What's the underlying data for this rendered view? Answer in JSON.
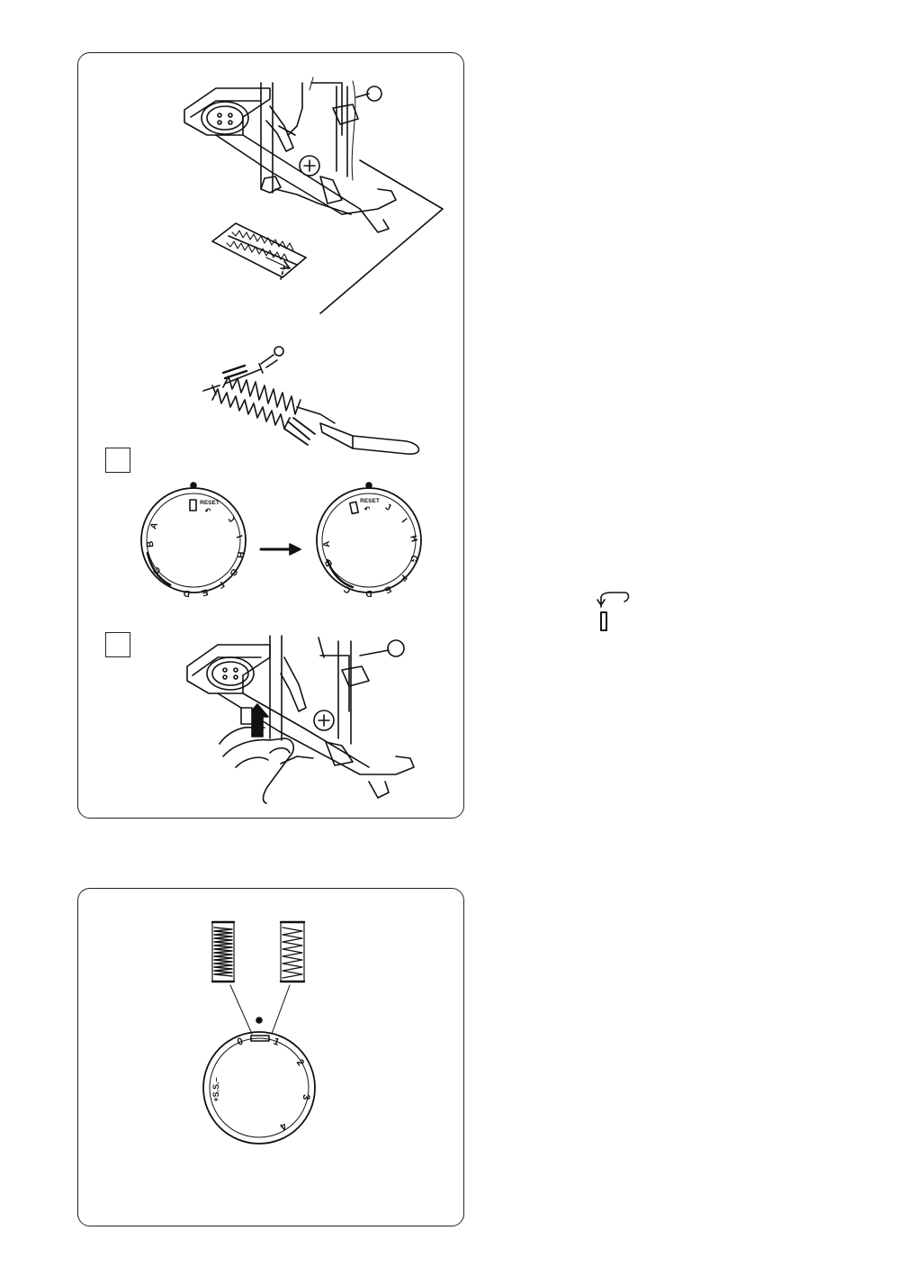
{
  "dial_a": {
    "letters": [
      "J",
      "I",
      "H",
      "G",
      "F",
      "E",
      "D",
      "C",
      "B",
      "A"
    ],
    "reset_label": "RESET"
  },
  "dial_b": {
    "letters": [
      "J",
      "I",
      "H",
      "G",
      "F",
      "E",
      "D",
      "C",
      "B",
      "A"
    ],
    "reset_label": "RESET"
  },
  "stitch_dial": {
    "labels": [
      "0",
      "1",
      "2",
      "3",
      "4",
      "+S.S.–"
    ]
  }
}
